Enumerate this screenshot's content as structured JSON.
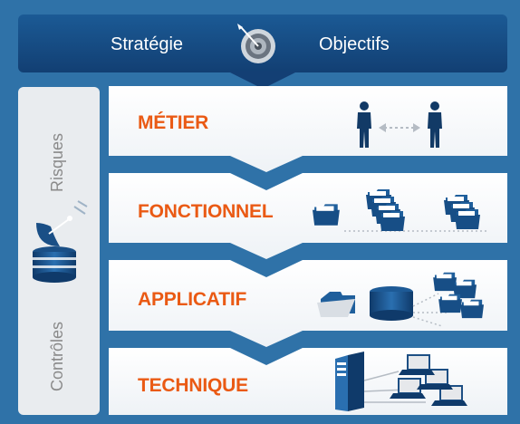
{
  "header": {
    "left_label": "Stratégie",
    "right_label": "Objectifs"
  },
  "sidebar": {
    "top_label": "Risques",
    "bottom_label": "Contrôles"
  },
  "layers": [
    {
      "label": "MÉTIER",
      "illustration": "people-exchange-icon"
    },
    {
      "label": "FONCTIONNEL",
      "illustration": "folder-stacks-icon"
    },
    {
      "label": "APPLICATIF",
      "illustration": "database-folders-icon"
    },
    {
      "label": "TECHNIQUE",
      "illustration": "server-network-icon"
    }
  ],
  "colors": {
    "frame": "#2f72a8",
    "header": "#174a80",
    "accent": "#ea5a14",
    "text_muted": "#8a8a8a",
    "icon_dark": "#123a66"
  }
}
